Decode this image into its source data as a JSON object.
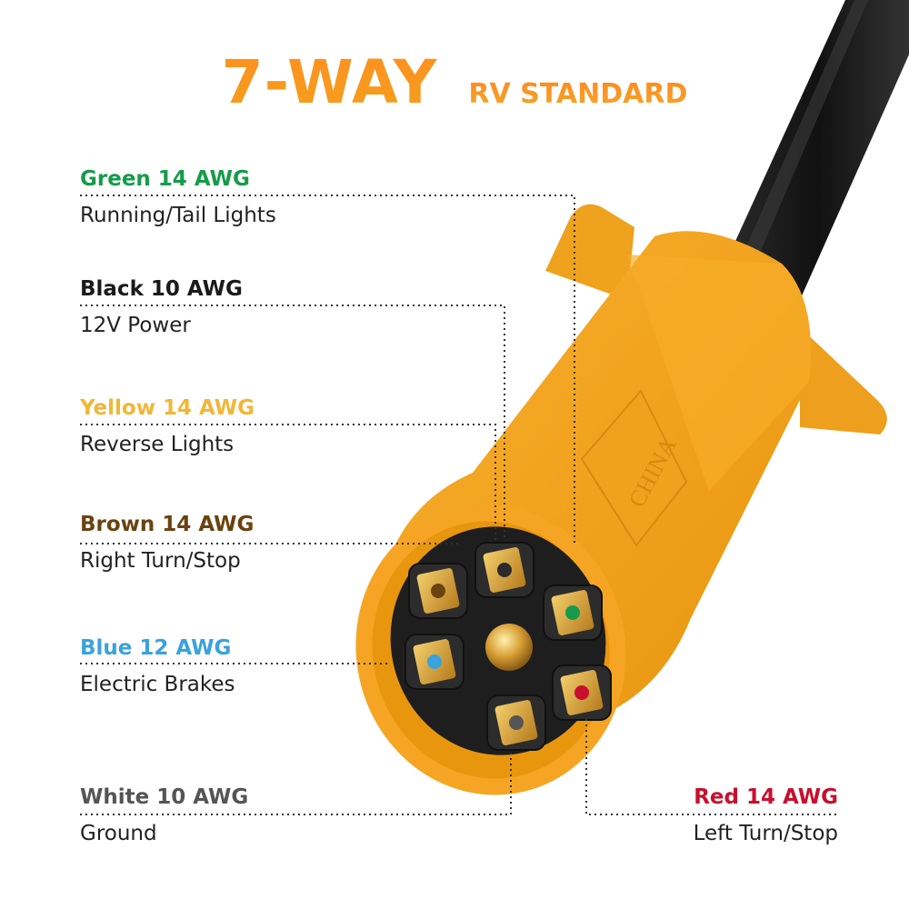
{
  "title": {
    "main": "7-WAY",
    "sub": "RV STANDARD"
  },
  "plug_text": "CHINA",
  "colors": {
    "title": "#f28a1c",
    "plug": "#f5a523",
    "plug_shadow": "#d98910",
    "socket": "#1e1e1e",
    "cable": "#151515",
    "pin": "#d9a035",
    "green": "#169b4a",
    "black": "#1a1a1a",
    "yellow": "#f2b637",
    "brown": "#6b4210",
    "blue": "#3aa2dc",
    "white": "#555555",
    "red": "#c8102e"
  },
  "wires": [
    {
      "wire": "Green 14 AWG",
      "function": "Running/Tail Lights",
      "color": "#169b4a"
    },
    {
      "wire": "Black 10 AWG",
      "function": "12V Power",
      "color": "#1a1a1a"
    },
    {
      "wire": "Yellow 14 AWG",
      "function": "Reverse Lights",
      "color": "#f2b637"
    },
    {
      "wire": "Brown 14 AWG",
      "function": "Right Turn/Stop",
      "color": "#6b4210"
    },
    {
      "wire": "Blue 12 AWG",
      "function": "Electric Brakes",
      "color": "#3aa2dc"
    },
    {
      "wire": "White 10 AWG",
      "function": "Ground",
      "color": "#555555"
    },
    {
      "wire": "Red 14 AWG",
      "function": "Left Turn/Stop",
      "color": "#c8102e"
    }
  ]
}
